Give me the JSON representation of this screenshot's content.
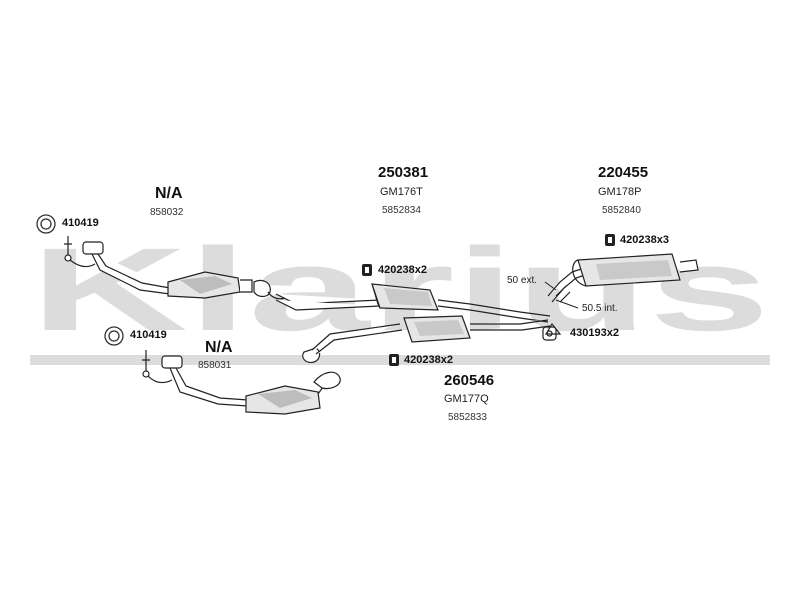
{
  "watermark": {
    "brand": "Klarius",
    "color": "#d9d9d9"
  },
  "groups": {
    "front_upper": {
      "part": "N/A",
      "oe": "858032"
    },
    "front_lower": {
      "part": "N/A",
      "oe": "858031"
    },
    "center_upper": {
      "part": "250381",
      "code": "GM176T",
      "oe": "5852834"
    },
    "center_lower": {
      "part": "260546",
      "code": "GM177Q",
      "oe": "5852833"
    },
    "rear": {
      "part": "220455",
      "code": "GM178P",
      "oe": "5852840"
    }
  },
  "fittings": {
    "gasket_upper": "410419",
    "gasket_lower": "410419",
    "clamp_center_upper": "420238x2",
    "clamp_center_lower": "420238x2",
    "clamp_rear": "420238x3",
    "hanger_rear": "430193x2"
  },
  "dimensions": {
    "ext": "50 ext.",
    "int": "50.5 int."
  }
}
